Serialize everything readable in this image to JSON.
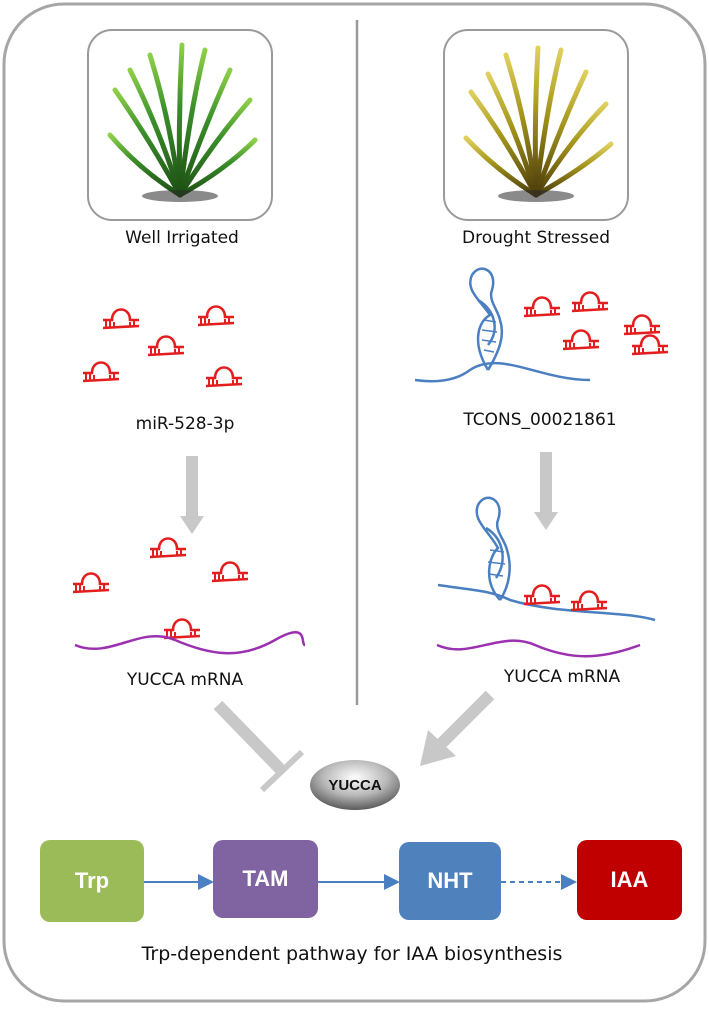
{
  "panels": {
    "left": {
      "condition": "Well Irrigated",
      "mirna_label": "miR-528-3p",
      "target_label": "YUCCA mRNA"
    },
    "right": {
      "condition": "Drought Stressed",
      "lncrna_label": "TCONS_00021861",
      "target_label": "YUCCA mRNA"
    }
  },
  "enzyme": "YUCCA",
  "pathway": {
    "title": "Trp-dependent pathway for IAA biosynthesis",
    "steps": [
      {
        "label": "Trp",
        "color": "#9bbb59"
      },
      {
        "label": "TAM",
        "color": "#8064a2"
      },
      {
        "label": "NHT",
        "color": "#4f81bd"
      },
      {
        "label": "IAA",
        "color": "#c00000"
      }
    ]
  },
  "colors": {
    "mirna": "#e41e1e",
    "lncrna": "#4a7fc1",
    "mrna": "#9b30b0",
    "grass_healthy": "#3a8f2a",
    "grass_stressed": "#a89a1e",
    "arrow": "#c8c8c8"
  }
}
